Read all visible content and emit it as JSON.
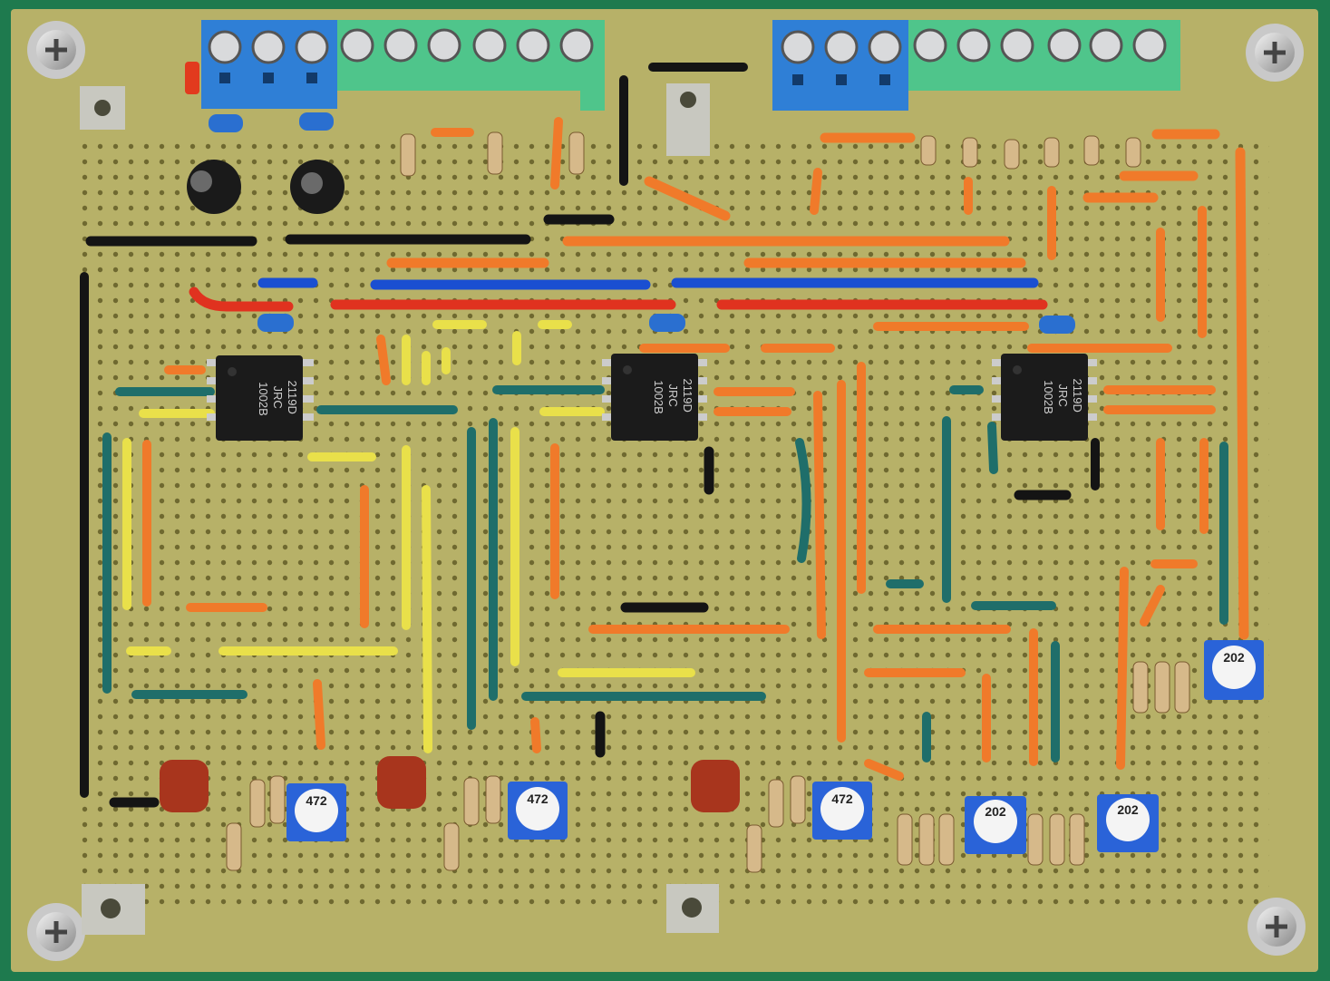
{
  "photo": {
    "subject": "perfboard circuit",
    "colors": {
      "mat": "#1e7a4e",
      "board": "#b7b168",
      "hole": "#6f6930",
      "blue_terminal": "#2f7fd6",
      "green_terminal": "#4fc58b",
      "wire_orange": "#f07a2a",
      "wire_teal": "#1f6e6a",
      "wire_yellow": "#e9e04a",
      "wire_black": "#141414",
      "wire_blue": "#1a4fd1",
      "wire_red": "#e0321f",
      "ic_body": "#1b1b1b",
      "trimmer_blue": "#2a63d8",
      "capacitor_red": "#a8351d"
    }
  },
  "ic_chips": [
    {
      "line1": "2119D",
      "line2": "JRC",
      "line3": "1002B"
    },
    {
      "line1": "2119D",
      "line2": "JRC",
      "line3": "1002B"
    },
    {
      "line1": "2119D",
      "line2": "JRC",
      "line3": "1002B"
    }
  ],
  "trimmers": [
    {
      "code": "472"
    },
    {
      "code": "472"
    },
    {
      "code": "472"
    },
    {
      "code": "202"
    },
    {
      "code": "202"
    },
    {
      "code": "202"
    }
  ]
}
